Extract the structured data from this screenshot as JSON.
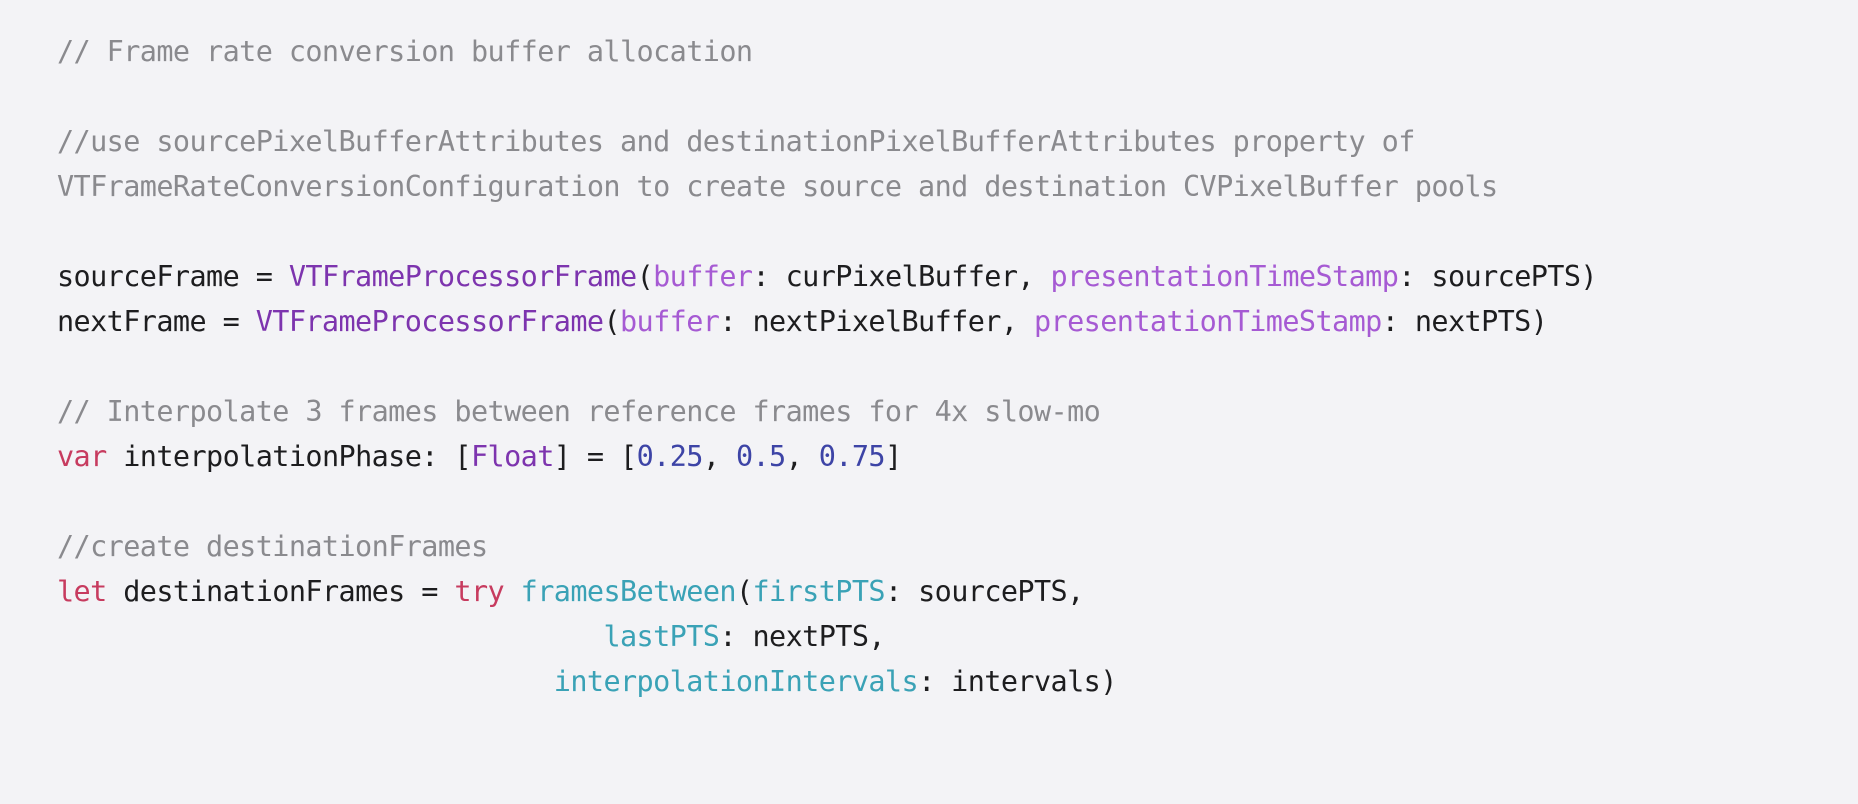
{
  "colors": {
    "background": "#f3f3f6",
    "plain": "#1d1d1f",
    "comment": "#8a8a8e",
    "keyword": "#c73b5f",
    "type": "#7d34ae",
    "param": "#a65ad3",
    "number": "#3d44a6",
    "func": "#3aa2b6"
  },
  "code": {
    "lines": [
      [
        {
          "t": "comment",
          "v": "// Frame rate conversion buffer allocation"
        }
      ],
      [],
      [
        {
          "t": "comment",
          "v": "//use sourcePixelBufferAttributes and destinationPixelBufferAttributes property of"
        }
      ],
      [
        {
          "t": "comment",
          "v": "VTFrameRateConversionConfiguration to create source and destination CVPixelBuffer pools"
        }
      ],
      [],
      [
        {
          "t": "plain",
          "v": "sourceFrame = "
        },
        {
          "t": "type",
          "v": "VTFrameProcessorFrame"
        },
        {
          "t": "plain",
          "v": "("
        },
        {
          "t": "param",
          "v": "buffer"
        },
        {
          "t": "plain",
          "v": ": curPixelBuffer, "
        },
        {
          "t": "param",
          "v": "presentationTimeStamp"
        },
        {
          "t": "plain",
          "v": ": sourcePTS)"
        }
      ],
      [
        {
          "t": "plain",
          "v": "nextFrame = "
        },
        {
          "t": "type",
          "v": "VTFrameProcessorFrame"
        },
        {
          "t": "plain",
          "v": "("
        },
        {
          "t": "param",
          "v": "buffer"
        },
        {
          "t": "plain",
          "v": ": nextPixelBuffer, "
        },
        {
          "t": "param",
          "v": "presentationTimeStamp"
        },
        {
          "t": "plain",
          "v": ": nextPTS)"
        }
      ],
      [],
      [
        {
          "t": "comment",
          "v": "// Interpolate 3 frames between reference frames for 4x slow-mo"
        }
      ],
      [
        {
          "t": "keyword",
          "v": "var"
        },
        {
          "t": "plain",
          "v": " interpolationPhase: ["
        },
        {
          "t": "type",
          "v": "Float"
        },
        {
          "t": "plain",
          "v": "] = ["
        },
        {
          "t": "number",
          "v": "0.25"
        },
        {
          "t": "plain",
          "v": ", "
        },
        {
          "t": "number",
          "v": "0.5"
        },
        {
          "t": "plain",
          "v": ", "
        },
        {
          "t": "number",
          "v": "0.75"
        },
        {
          "t": "plain",
          "v": "]"
        }
      ],
      [],
      [
        {
          "t": "comment",
          "v": "//create destinationFrames"
        }
      ],
      [
        {
          "t": "keyword",
          "v": "let"
        },
        {
          "t": "plain",
          "v": " destinationFrames = "
        },
        {
          "t": "keyword",
          "v": "try"
        },
        {
          "t": "plain",
          "v": " "
        },
        {
          "t": "func",
          "v": "framesBetween"
        },
        {
          "t": "plain",
          "v": "("
        },
        {
          "t": "func",
          "v": "firstPTS"
        },
        {
          "t": "plain",
          "v": ": sourcePTS,"
        }
      ],
      [
        {
          "t": "plain",
          "v": "                                 "
        },
        {
          "t": "func",
          "v": "lastPTS"
        },
        {
          "t": "plain",
          "v": ": nextPTS,"
        }
      ],
      [
        {
          "t": "plain",
          "v": "                              "
        },
        {
          "t": "func",
          "v": "interpolationIntervals"
        },
        {
          "t": "plain",
          "v": ": intervals)"
        }
      ]
    ]
  }
}
